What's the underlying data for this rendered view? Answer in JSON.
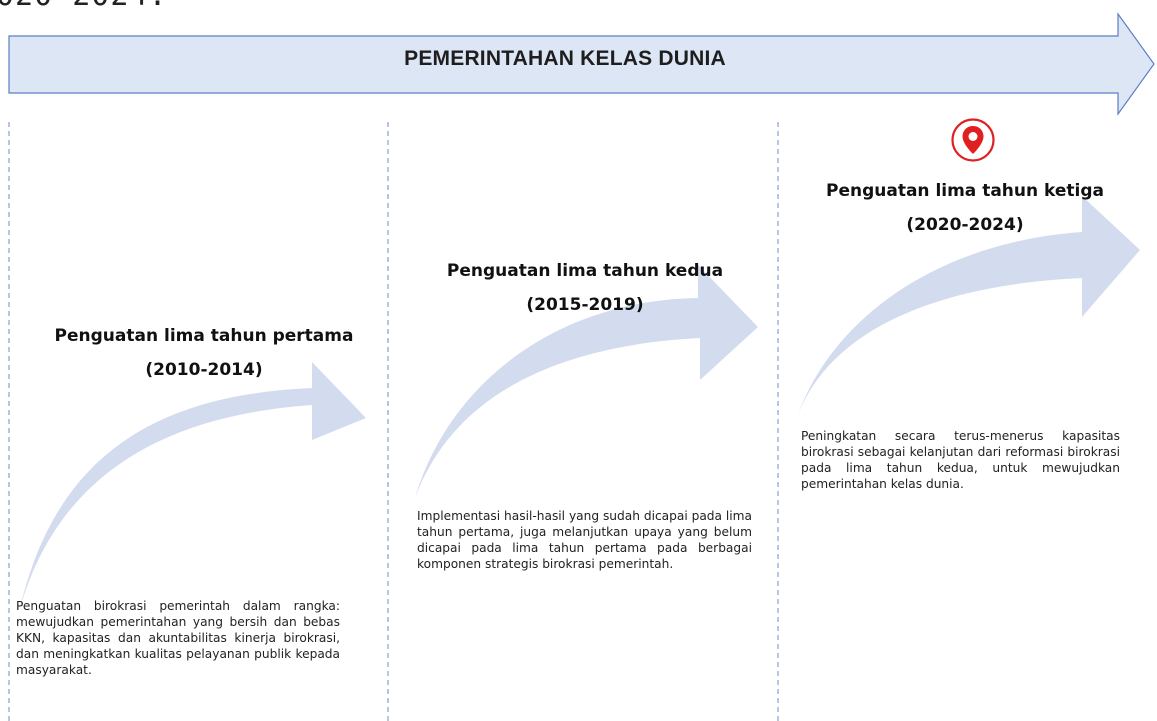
{
  "top_cut_text": "020-2024.",
  "banner": {
    "title": "PEMERINTAHAN KELAS DUNIA",
    "color": "#dde6f5",
    "border_color": "#5b7fc4"
  },
  "phases": [
    {
      "title": "Penguatan lima tahun pertama",
      "period": "(2010-2014)",
      "description": "Penguatan birokrasi pemerintah dalam rangka: mewujudkan pemerintahan yang bersih dan bebas KKN, kapasitas dan akuntabilitas kinerja birokrasi, dan meningkatkan kualitas pelayanan publik kepada masyarakat."
    },
    {
      "title": "Penguatan lima tahun kedua",
      "period": "(2015-2019)",
      "description": "Implementasi hasil-hasil yang sudah dicapai pada lima tahun pertama, juga melanjutkan upaya yang belum dicapai pada lima tahun pertama pada berbagai komponen strategis birokrasi pemerintah."
    },
    {
      "title": "Penguatan lima tahun ketiga",
      "period": "(2020-2024)",
      "description": "Peningkatan secara terus-menerus kapasitas birokrasi sebagai kelanjutan dari reformasi birokrasi pada lima tahun kedua, untuk mewujudkan pemerintahan kelas dunia."
    }
  ],
  "icons": {
    "marker": "location-pin-icon"
  },
  "colors": {
    "curved_arrow": "#d3dcee",
    "divider": "#6d8ccc",
    "pin": "#e02020"
  }
}
